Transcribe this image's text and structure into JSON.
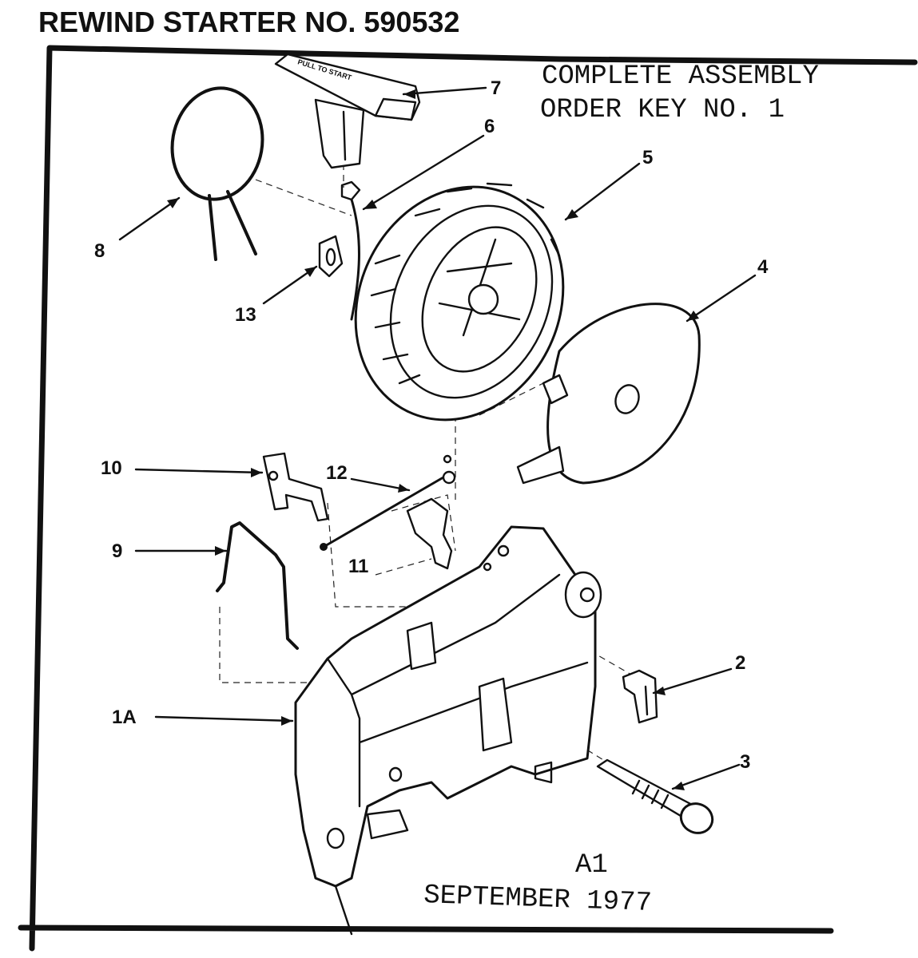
{
  "header": {
    "title": "REWIND STARTER NO.  590532"
  },
  "note": {
    "line1": "COMPLETE ASSEMBLY",
    "line2": "ORDER KEY NO. 1"
  },
  "handle_text": "PULL TO START",
  "callouts": [
    {
      "id": "c7",
      "label": "7"
    },
    {
      "id": "c6",
      "label": "6"
    },
    {
      "id": "c5",
      "label": "5"
    },
    {
      "id": "c8",
      "label": "8"
    },
    {
      "id": "c4",
      "label": "4"
    },
    {
      "id": "c13",
      "label": "13"
    },
    {
      "id": "c10",
      "label": "10"
    },
    {
      "id": "c12",
      "label": "12"
    },
    {
      "id": "c9",
      "label": "9"
    },
    {
      "id": "c11",
      "label": "11"
    },
    {
      "id": "c2",
      "label": "2"
    },
    {
      "id": "c1A",
      "label": "1A"
    },
    {
      "id": "c3",
      "label": "3"
    }
  ],
  "footer": {
    "code": "A1",
    "date": "SEPTEMBER 1977"
  }
}
